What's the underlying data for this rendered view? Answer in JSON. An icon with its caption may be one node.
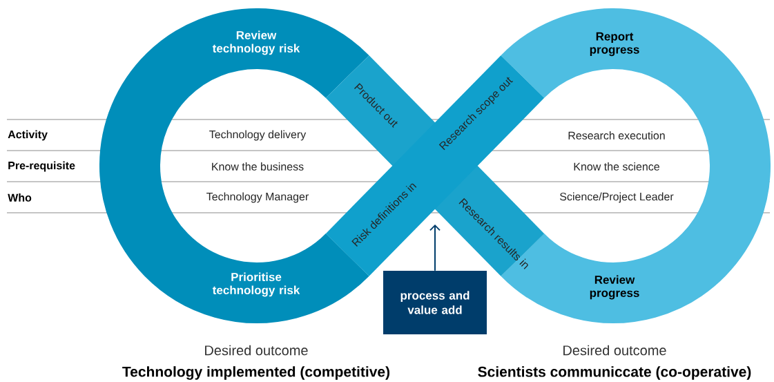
{
  "diagram": {
    "nodes": [
      {
        "text": [
          "process and value add"
        ]
      },
      {
        "text": [],
        "shape": "picture"
      }
    ],
    "edges": [
      {
        "from": 0,
        "to": 1,
        "arrow": "to"
      }
    ],
    "labels": [
      "Review technology risk",
      "Report progress",
      "Product out",
      "Research scope out",
      "Activity",
      "Technology delivery",
      "Research execution",
      "Pre-requisite",
      "Know the business",
      "Know the science",
      "Who",
      "Technology Manager",
      "Science/Project Leader",
      "Risk definitions in",
      "Research results in",
      "Prioritise technology risk",
      "Review progress",
      "Desired outcome",
      "Technology implemented (competitive)",
      "Desired outcome",
      "Scientists communiccate (co-operative)"
    ]
  }
}
